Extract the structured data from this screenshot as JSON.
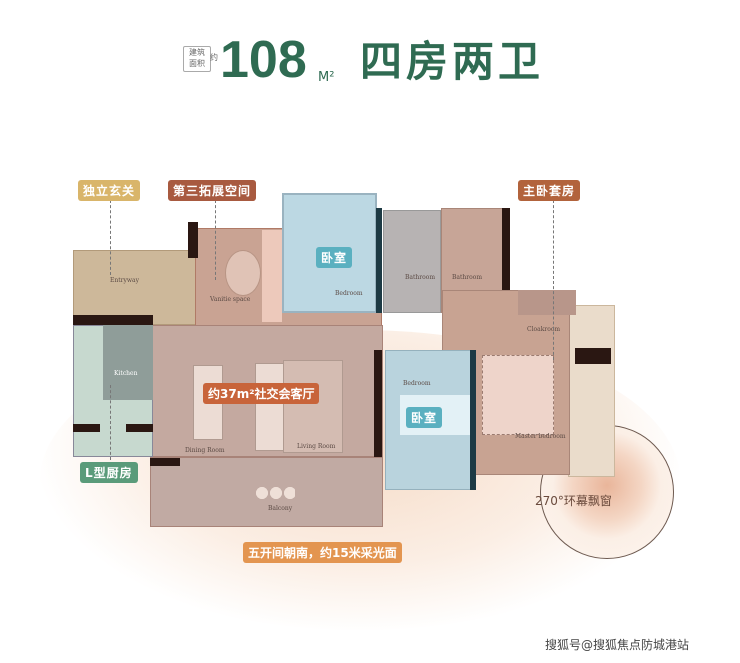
{
  "header": {
    "area_prefix_line1": "建筑",
    "area_prefix_line2": "面积",
    "area_approx": "约",
    "area_value": "108",
    "area_unit": "M²",
    "layout_title": "四房两卫"
  },
  "callouts": {
    "entry": "独立玄关",
    "third_space": "第三拓展空间",
    "master_suite": "主卧套房",
    "bedroom1": "卧室",
    "bedroom2": "卧室",
    "living": "约37m²社交会客厅",
    "kitchen": "L型厨房",
    "south": "五开间朝南，约15米采光面",
    "bay_window": "270°环幕飘窗"
  },
  "rooms": {
    "entryway": "Entryway",
    "vanity": "Vanitie space",
    "bedroom1": "Bedroom",
    "bathroom1": "Bathroom",
    "bathroom2": "Bathroom",
    "cloakroom": "Cloakroom",
    "bedroom2": "Bedroom",
    "master": "Master bedroom",
    "kitchen": "Kitchen",
    "dining": "Dining Room",
    "living": "Living Room",
    "balcony": "Balcony"
  },
  "colors": {
    "title_green": "#2f6b52",
    "accent_orange": "#c8643a"
  },
  "watermark": "搜狐号@搜狐焦点防城港站"
}
